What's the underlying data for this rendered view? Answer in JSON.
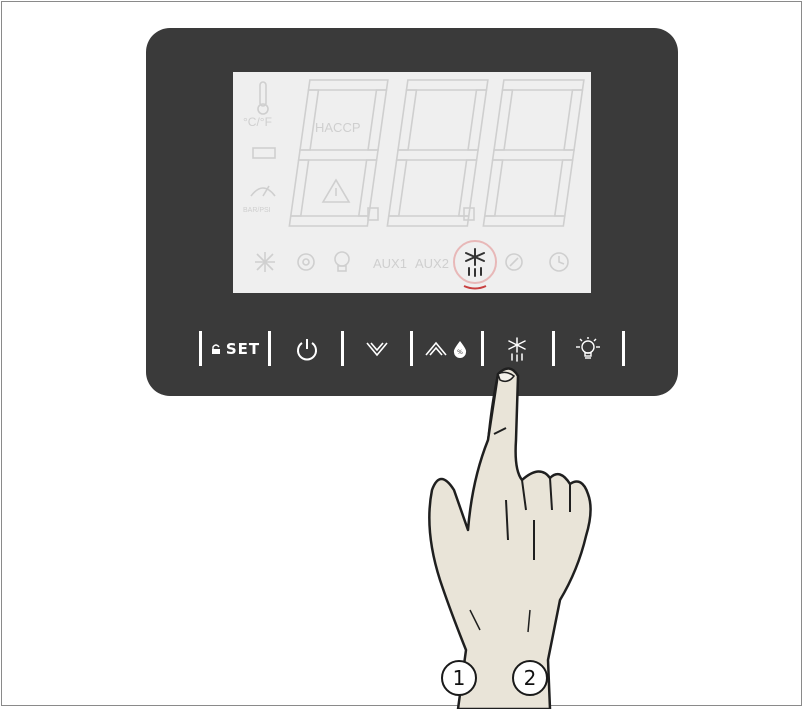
{
  "display": {
    "unit_label": "°C/°F",
    "haccp_label": "HACCP",
    "pressure_unit_label": "BAR/PSI",
    "aux1_label": "AUX1",
    "aux2_label": "AUX2",
    "highlighted_icon": "defrost-icon"
  },
  "keypad": {
    "set_label": "SET",
    "keys": [
      "lock-set-key",
      "power-key",
      "down-key",
      "up-key",
      "defrost-key",
      "light-key"
    ]
  },
  "callouts": {
    "one": "1",
    "two": "2"
  },
  "colors": {
    "housing": "#3a3a3a",
    "lcd": "#efefef",
    "segment": "#cfcfcf",
    "highlight_ring": "#e8b8b8"
  }
}
